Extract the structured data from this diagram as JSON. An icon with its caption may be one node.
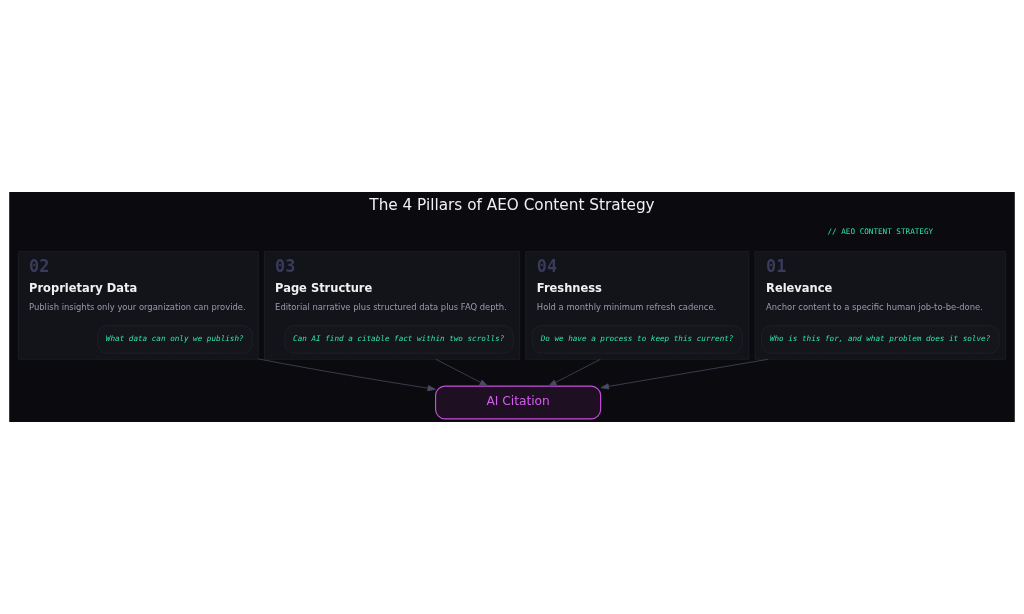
{
  "diagram": {
    "title": "The 4 Pillars of AEO Content Strategy",
    "nodes": [
      {
        "text": [
          "01",
          "Relevance",
          "Anchor content to a specific human job-to-be-done."
        ]
      },
      {
        "text": [
          "Who is this for, and what problem does it solve?"
        ],
        "in": 0
      },
      {
        "text": [
          "02",
          "Proprietary Data",
          "Publish insights only your organization can provide."
        ]
      },
      {
        "text": [
          "What data can only we publish?"
        ],
        "in": 2
      },
      {
        "text": [
          "03",
          "Page Structure",
          "Editorial narrative plus structured data plus FAQ depth."
        ]
      },
      {
        "text": [
          "Can AI find a citable fact within two scrolls?"
        ],
        "in": 4
      },
      {
        "text": [
          "04",
          "Freshness",
          "Hold a monthly minimum refresh cadence."
        ]
      },
      {
        "text": [
          "Do we have a process to keep this current?"
        ],
        "in": 6
      },
      {
        "text": [
          "AI Citation"
        ]
      }
    ],
    "edges": [
      {
        "from": 0,
        "to": 8,
        "arrow": "to"
      },
      {
        "from": 2,
        "to": 8,
        "arrow": "to"
      },
      {
        "from": 4,
        "to": 8,
        "arrow": "to"
      },
      {
        "from": 6,
        "to": 8,
        "arrow": "to"
      }
    ],
    "labels": [
      "// AEO CONTENT STRATEGY"
    ]
  }
}
